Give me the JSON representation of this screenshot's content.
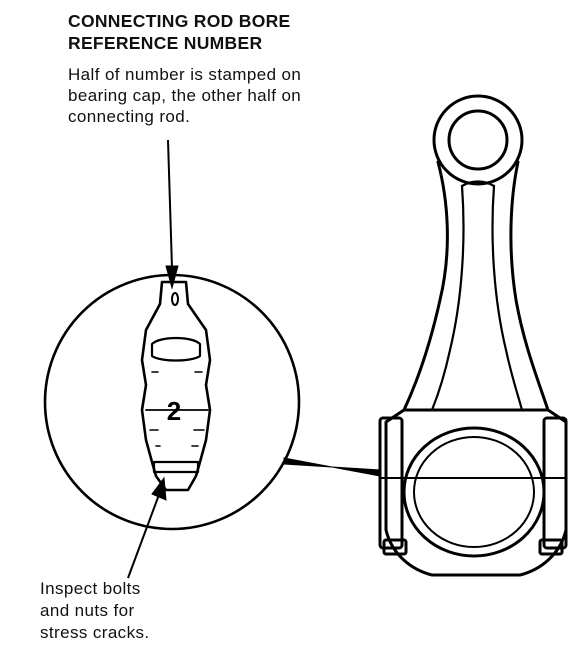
{
  "heading": {
    "line1": "CONNECTING ROD BORE",
    "line2": "REFERENCE NUMBER"
  },
  "description": {
    "line1": "Half of number is stamped on",
    "line2": "bearing cap, the other half on",
    "line3": "connecting rod."
  },
  "inspect_note": {
    "line1": "Inspect bolts",
    "line2": "and nuts for",
    "line3": "stress cracks."
  },
  "stamp_number": "2"
}
